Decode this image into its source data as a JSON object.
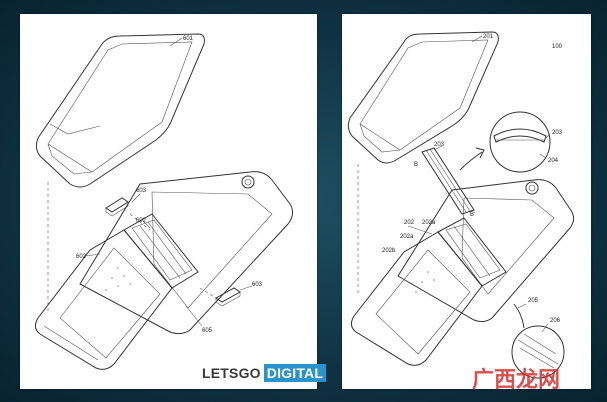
{
  "left_labels": [
    "601",
    "603",
    "602",
    "602",
    "603",
    "605"
  ],
  "right_labels": [
    "201",
    "100",
    "203",
    "203",
    "204",
    "B",
    "B'",
    "202",
    "202b",
    "202a",
    "202a",
    "205",
    "206"
  ],
  "logo": {
    "part1": "LETSGO",
    "part2": "DIGITAL",
    "accent": "#2a93c9"
  },
  "watermark": "广西龙网"
}
